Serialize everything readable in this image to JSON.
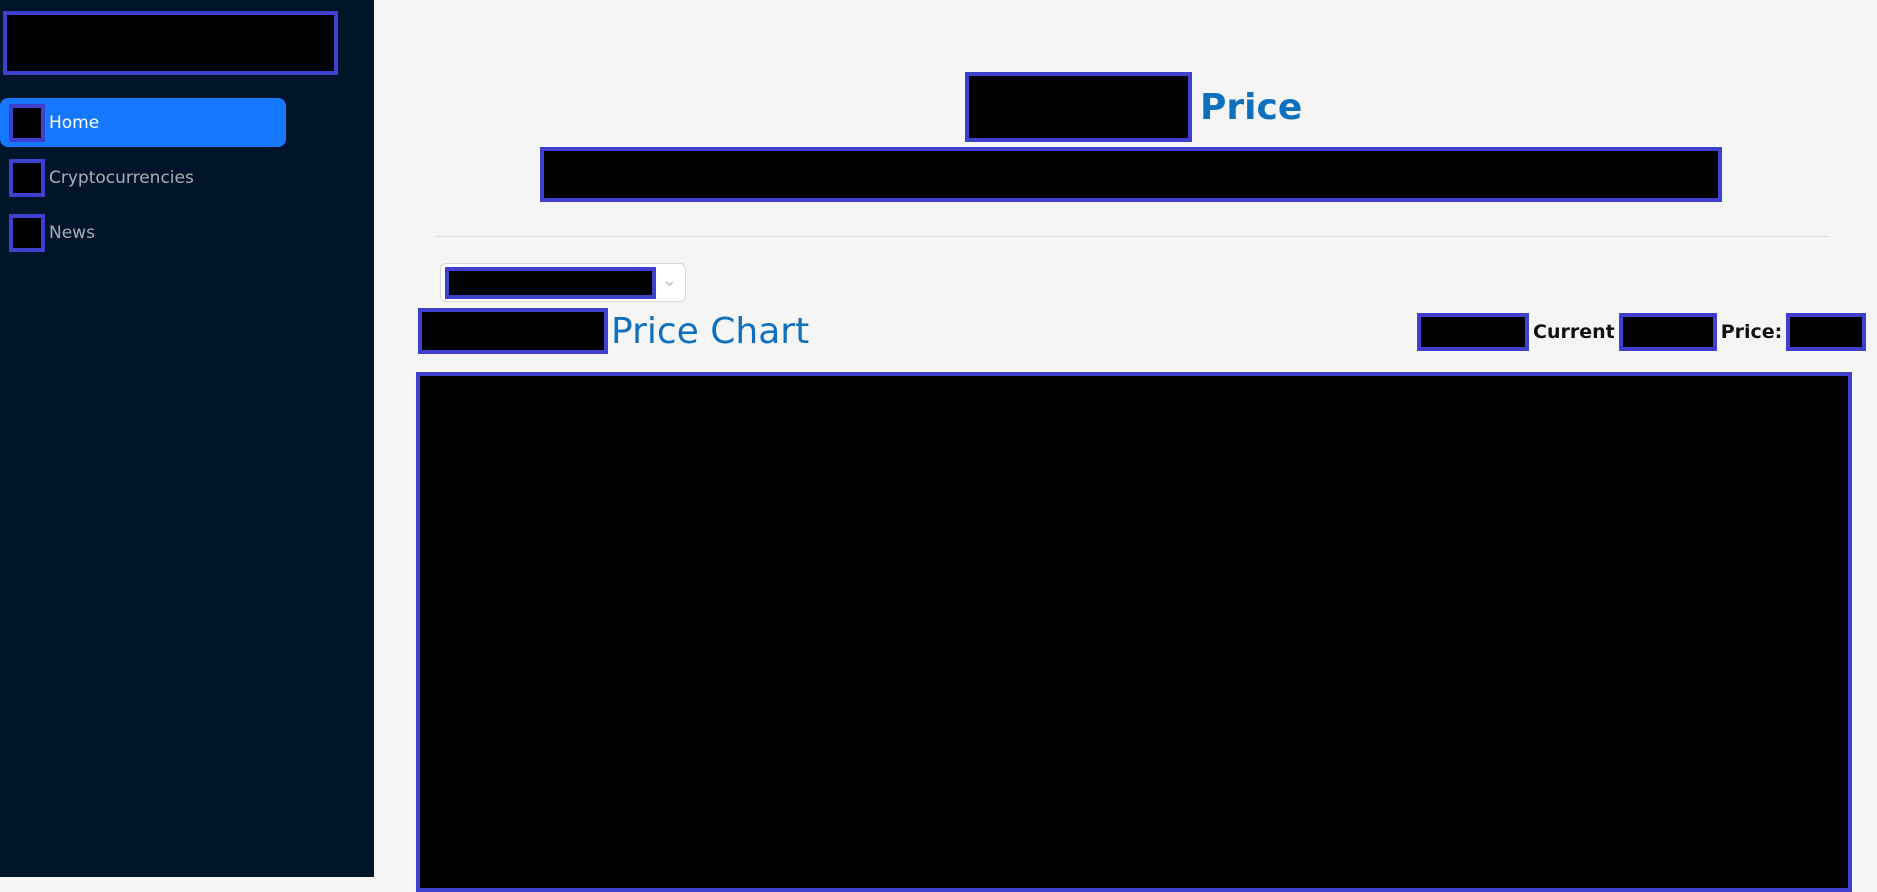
{
  "sidebar": {
    "items": [
      {
        "label": "Home",
        "active": true
      },
      {
        "label": "Cryptocurrencies",
        "active": false
      },
      {
        "label": "News",
        "active": false
      }
    ]
  },
  "main": {
    "heading_suffix": "Price",
    "chart_title_suffix": "Price Chart",
    "current_label": "Current",
    "price_label": "Price:"
  },
  "colors": {
    "sidebar_bg": "#001529",
    "active_item": "#1677ff",
    "heading_blue": "#1070c0",
    "redaction_border": "#3f3fd0"
  }
}
